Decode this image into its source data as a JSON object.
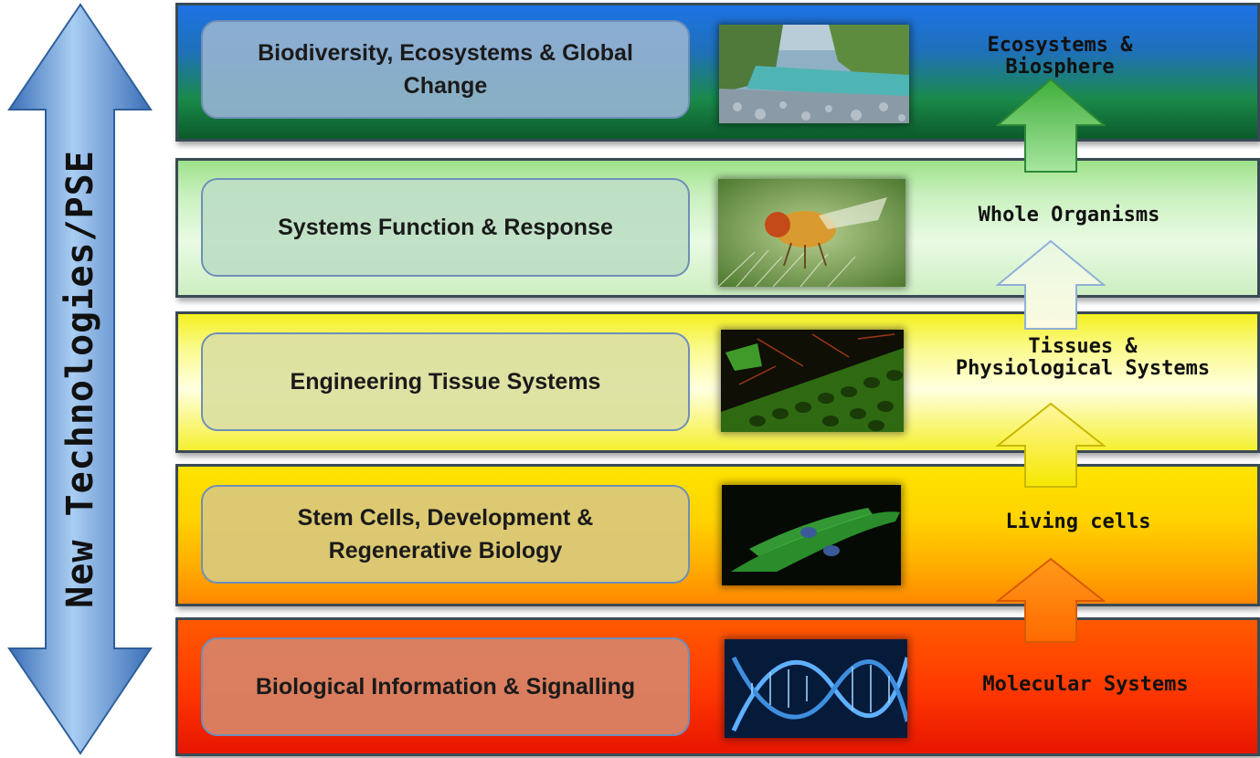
{
  "axis": {
    "label": "New Technologies/PSE"
  },
  "themes": [
    {
      "label": "Biodiversity, Ecosystems & Global Change",
      "image": "river-landscape-photo"
    },
    {
      "label": "Systems Function & Response",
      "image": "fruit-fly-photo"
    },
    {
      "label": "Engineering Tissue Systems",
      "image": "tissue-micrograph-photo"
    },
    {
      "label": "Stem Cells, Development & Regenerative Biology",
      "image": "stem-cells-fluorescence-photo"
    },
    {
      "label": "Biological Information & Signalling",
      "image": "dna-helix-illustration"
    }
  ],
  "levels": [
    {
      "label": "Ecosystems & Biosphere"
    },
    {
      "label": "Whole Organisms"
    },
    {
      "label": "Tissues & Physiological Systems"
    },
    {
      "label": "Living cells"
    },
    {
      "label": "Molecular Systems"
    }
  ],
  "colors": {
    "ecosystems_band": "#1a7a3a",
    "organisms_band": "#c8f0bd",
    "tissues_band": "#f5f030",
    "cells_band": "#ffc000",
    "molecular_band": "#ff3a00",
    "axis_arrow": "#5b8fd0"
  }
}
